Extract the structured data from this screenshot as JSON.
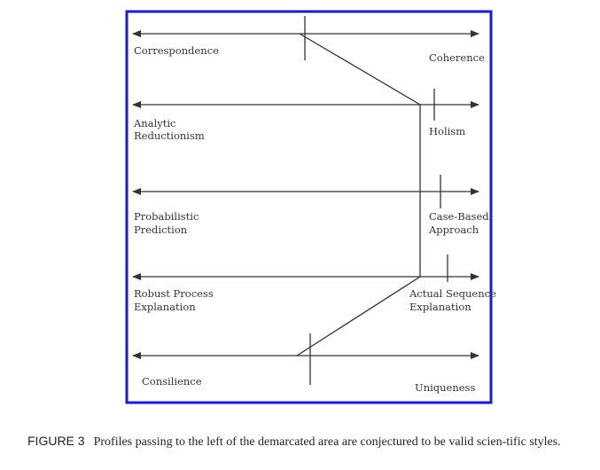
{
  "diagram": {
    "frame_color": "#1a1adf",
    "line_color": "#333333",
    "scales": [
      {
        "left": [
          "Correspondence"
        ],
        "right": [
          "Coherence"
        ]
      },
      {
        "left": [
          "Analytic",
          "Reductionism"
        ],
        "right": [
          "Holism"
        ]
      },
      {
        "left": [
          "Probabilistic",
          "Prediction"
        ],
        "right": [
          "Case-Based",
          "Approach"
        ]
      },
      {
        "left": [
          "Robust Process",
          "Explanation"
        ],
        "right": [
          "Actual Sequence",
          "Explanation"
        ]
      },
      {
        "left": [
          "Consilience"
        ],
        "right": [
          "Uniqueness"
        ]
      }
    ]
  },
  "caption": {
    "label": "FIGURE 3",
    "text": "Profiles passing to the left of the demarcated area are conjectured to be valid scien-tific styles."
  }
}
